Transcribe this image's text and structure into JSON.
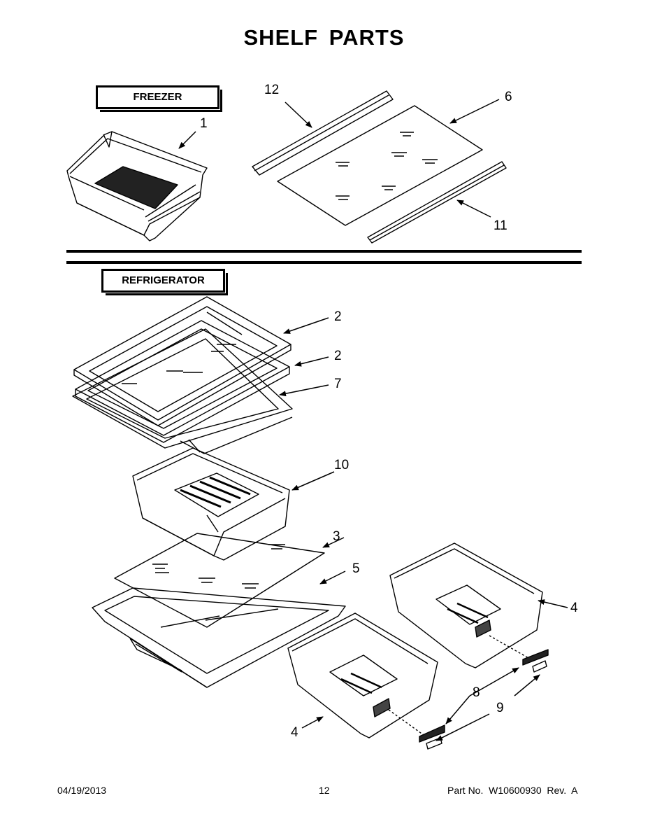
{
  "title": "SHELF PARTS",
  "sections": {
    "freezer": "FREEZER",
    "refrigerator": "REFRIGERATOR"
  },
  "callouts": {
    "c1": "1",
    "c12": "12",
    "c6": "6",
    "c11": "11",
    "c2a": "2",
    "c2b": "2",
    "c7": "7",
    "c10": "10",
    "c3": "3",
    "c5": "5",
    "c4a": "4",
    "c4b": "4",
    "c8": "8",
    "c9": "9"
  },
  "footer": {
    "date": "04/19/2013",
    "page": "12",
    "part": "Part No.  W10600930  Rev.  A"
  }
}
